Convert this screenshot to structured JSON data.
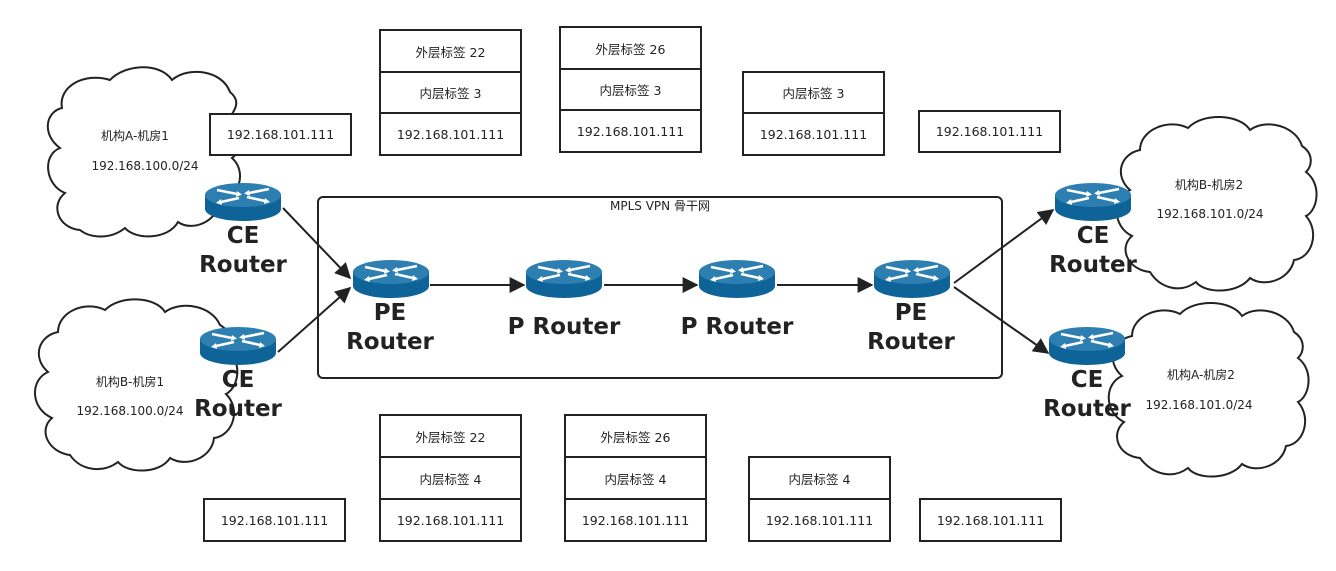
{
  "backbone": {
    "title": "MPLS VPN 骨干网"
  },
  "clouds": [
    {
      "name": "机构A-机房1",
      "subnet": "192.168.100.0/24"
    },
    {
      "name": "机构B-机房1",
      "subnet": "192.168.100.0/24"
    },
    {
      "name": "机构B-机房2",
      "subnet": "192.168.101.0/24"
    },
    {
      "name": "机构A-机房2",
      "subnet": "192.168.101.0/24"
    }
  ],
  "routers": {
    "ce_tl": [
      "CE",
      "Router"
    ],
    "ce_bl": [
      "CE",
      "Router"
    ],
    "pe_left": [
      "PE",
      "Router"
    ],
    "p1": [
      "P Router"
    ],
    "p2": [
      "P Router"
    ],
    "pe_right": [
      "PE",
      "Router"
    ],
    "ce_tr": [
      "CE",
      "Router"
    ],
    "ce_br": [
      "CE",
      "Router"
    ]
  },
  "top_packets": {
    "p1": {
      "ip": "192.168.101.111"
    },
    "p2": {
      "outer": "外层标签 22",
      "inner": "内层标签 3",
      "ip": "192.168.101.111"
    },
    "p3": {
      "outer": "外层标签 26",
      "inner": "内层标签 3",
      "ip": "192.168.101.111"
    },
    "p4": {
      "inner": "内层标签 3",
      "ip": "192.168.101.111"
    },
    "p5": {
      "ip": "192.168.101.111"
    }
  },
  "bottom_packets": {
    "p1": {
      "ip": "192.168.101.111"
    },
    "p2": {
      "outer": "外层标签 22",
      "inner": "内层标签 4",
      "ip": "192.168.101.111"
    },
    "p3": {
      "outer": "外层标签 26",
      "inner": "内层标签 4",
      "ip": "192.168.101.111"
    },
    "p4": {
      "inner": "内层标签 4",
      "ip": "192.168.101.111"
    },
    "p5": {
      "ip": "192.168.101.111"
    }
  },
  "colors": {
    "router_top": "#2c7fb0",
    "router_body": "#0e6398",
    "line": "#222222"
  }
}
